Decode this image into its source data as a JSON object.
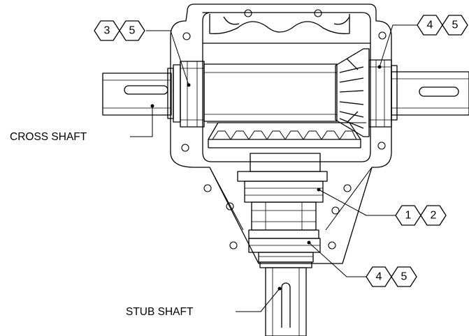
{
  "labels": {
    "cross_shaft": "CROSS SHAFT",
    "stub_shaft": "STUB SHAFT"
  },
  "callouts": [
    {
      "name": "callout-left-bearing",
      "a": "3",
      "b": "5"
    },
    {
      "name": "callout-right-bearing",
      "a": "4",
      "b": "5"
    },
    {
      "name": "callout-pinion-bearing",
      "a": "1",
      "b": "2"
    },
    {
      "name": "callout-stub-bearing",
      "a": "4",
      "b": "5"
    }
  ]
}
